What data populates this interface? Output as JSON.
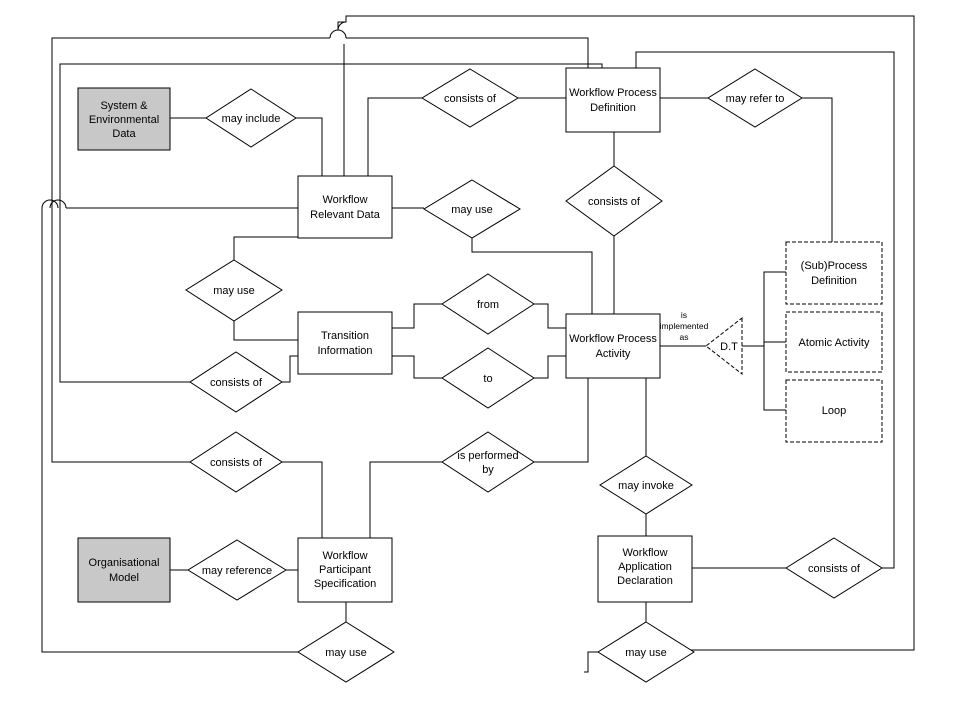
{
  "colors": {
    "external_entity_fill": "#c8c8c8",
    "line": "#000000",
    "background": "#ffffff"
  },
  "entities": {
    "system_env_data": [
      "System &",
      "Environmental",
      "Data"
    ],
    "wf_relevant_data": [
      "Workflow",
      "Relevant Data"
    ],
    "wf_process_definition": [
      "Workflow Process",
      "Definition"
    ],
    "transition_information": [
      "Transition",
      "Information"
    ],
    "wf_process_activity": [
      "Workflow Process",
      "Activity"
    ],
    "subprocess_definition": [
      "(Sub)Process",
      "Definition"
    ],
    "atomic_activity": [
      "Atomic Activity"
    ],
    "loop": [
      "Loop"
    ],
    "organisational_model": [
      "Organisational",
      "Model"
    ],
    "wf_participant_spec": [
      "Workflow",
      "Participant",
      "Specification"
    ],
    "wf_application_decl": [
      "Workflow",
      "Application",
      "Declaration"
    ]
  },
  "relationships": {
    "may_include": [
      "may include"
    ],
    "consists_of_top": [
      "consists of"
    ],
    "may_refer_to": [
      "may refer to"
    ],
    "consists_of_def_activity": [
      "consists of"
    ],
    "may_use_data_activity": [
      "may use"
    ],
    "may_use_transition_data": [
      "may use"
    ],
    "from": [
      "from"
    ],
    "to": [
      "to"
    ],
    "consists_of_transition": [
      "consists of"
    ],
    "consists_of_participant": [
      "consists of"
    ],
    "is_performed_by": [
      "is performed",
      "by"
    ],
    "may_invoke": [
      "may invoke"
    ],
    "may_reference": [
      "may reference"
    ],
    "consists_of_application": [
      "consists of"
    ],
    "may_use_participant": [
      "may use"
    ],
    "may_use_application": [
      "may use"
    ]
  },
  "connector_labels": {
    "is_implemented_as": [
      "is",
      "implemented",
      "as"
    ],
    "dt": "D.T"
  }
}
